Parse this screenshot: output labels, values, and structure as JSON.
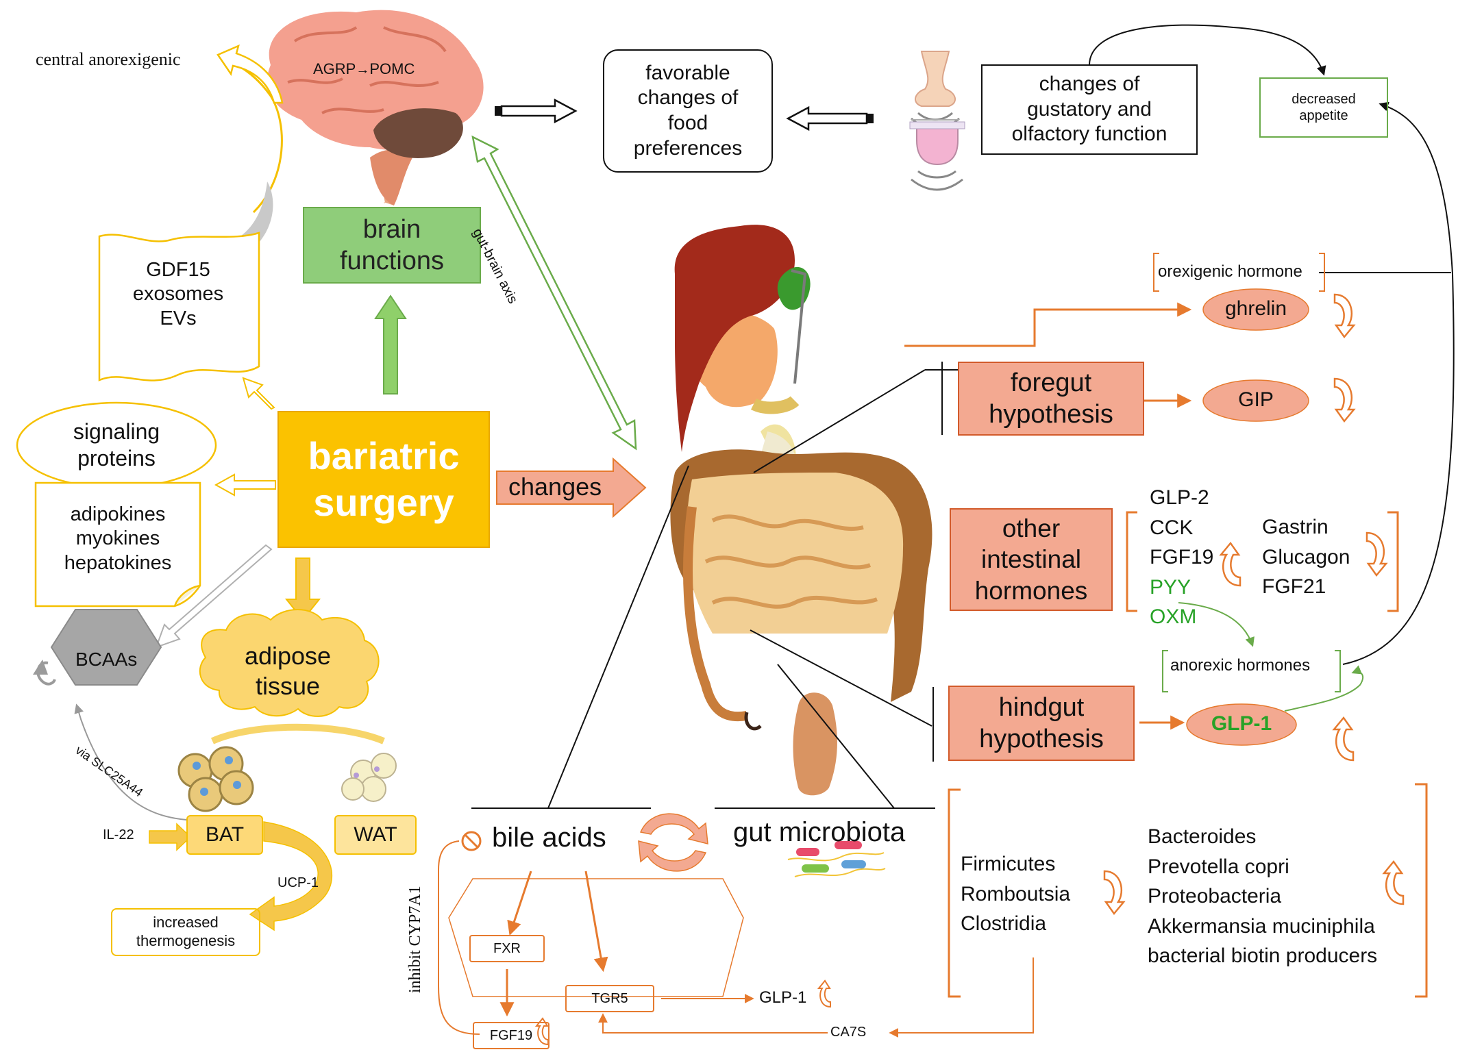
{
  "colors": {
    "yellow": "#f5c000",
    "orange": "#e67a2e",
    "salmon": "#f3a991",
    "green": "#6aab4a",
    "gray": "#9b9b9b"
  },
  "brain": {
    "label": "AGRP",
    "label2": "POMC"
  },
  "central": {
    "label": "central  anorexigenic"
  },
  "food_pref": {
    "lines": [
      "favorable",
      "changes of",
      "food",
      "preferences"
    ]
  },
  "gustatory": {
    "lines": [
      "changes of",
      "gustatory and",
      "olfactory function"
    ]
  },
  "appetite": {
    "lines": [
      "decreased",
      "appetite"
    ]
  },
  "brain_functions": {
    "lines": [
      "brain",
      "functions"
    ]
  },
  "gut_brain_axis": {
    "label": "gut-brain axis"
  },
  "scroll": {
    "lines": [
      "GDF15",
      "exosomes",
      "EVs"
    ]
  },
  "signaling": {
    "lines": [
      "signaling",
      "proteins"
    ]
  },
  "kines": {
    "lines": [
      "adipokines",
      "myokines",
      "hepatokines"
    ]
  },
  "bariatric": {
    "lines": [
      "bariatric",
      "surgery"
    ]
  },
  "changes": {
    "label": "changes"
  },
  "bcaas": {
    "label": "BCAAs"
  },
  "adipose": {
    "lines": [
      "adipose",
      "tissue"
    ]
  },
  "slc": {
    "label": "via SLC25A44"
  },
  "il22": {
    "label": "IL-22"
  },
  "bat": {
    "label": "BAT"
  },
  "wat": {
    "label": "WAT"
  },
  "ucp1": {
    "label": "UCP-1"
  },
  "thermo": {
    "lines": [
      "increased",
      "thermogenesis"
    ]
  },
  "orexigenic": {
    "label": "orexigenic hormone"
  },
  "ghrelin": {
    "label": "ghrelin"
  },
  "foregut": {
    "lines": [
      "foregut",
      "hypothesis"
    ]
  },
  "gip": {
    "label": "GIP"
  },
  "other_hormones": {
    "lines": [
      "other",
      "intestinal",
      "hormones"
    ]
  },
  "hormones_up": [
    "GLP-2",
    "CCK",
    "FGF19"
  ],
  "hormones_green": [
    "PYY",
    "OXM"
  ],
  "hormones_down": [
    "Gastrin",
    "Glucagon",
    "FGF21"
  ],
  "anorexic": {
    "label": "anorexic hormones"
  },
  "hindgut": {
    "lines": [
      "hindgut",
      "hypothesis"
    ]
  },
  "glp1": {
    "label": "GLP-1"
  },
  "bile": {
    "label": "bile acids"
  },
  "microbiota": {
    "label": "gut microbiota"
  },
  "inhibit": {
    "label": "inhibit  CYP7A1"
  },
  "fxr": {
    "label": "FXR"
  },
  "tgr5": {
    "label": "TGR5"
  },
  "fgf19": {
    "label": "FGF19"
  },
  "glp1_small": {
    "label": "GLP-1"
  },
  "ca7s": {
    "label": "CA7S"
  },
  "bact_down": [
    "Firmicutes",
    "Romboutsia",
    "Clostridia"
  ],
  "bact_up": [
    "Bacteroides",
    "Prevotella copri",
    "Proteobacteria",
    "Akkermansia muciniphila",
    "bacterial biotin producers"
  ]
}
